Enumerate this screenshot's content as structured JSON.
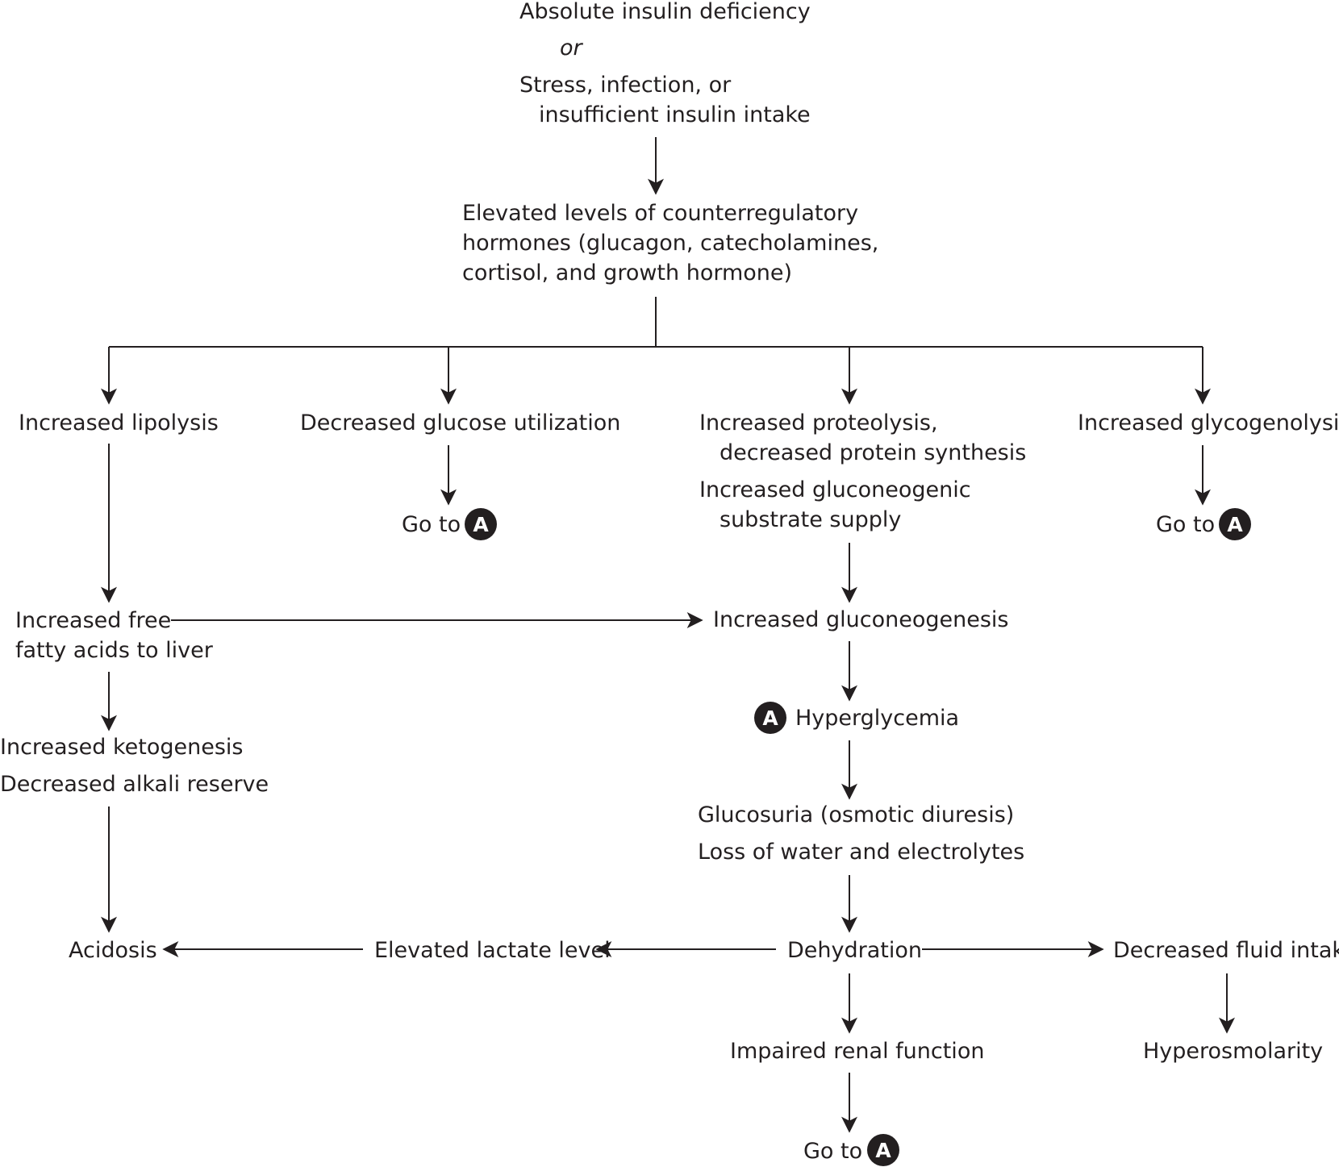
{
  "trigger": {
    "line1": "Absolute insulin deficiency",
    "or": "or",
    "line2": "Stress, infection, or",
    "line3": "insufficient insulin intake"
  },
  "hormones": {
    "line1": "Elevated levels of counterregulatory",
    "line2": "hormones (glucagon, catecholamines,",
    "line3": "cortisol, and growth hormone)"
  },
  "branches": {
    "lipolysis": "Increased lipolysis",
    "glucose_utilization": "Decreased glucose utilization",
    "proteolysis_1": "Increased proteolysis,",
    "proteolysis_2": "decreased protein synthesis",
    "substrate_1": "Increased gluconeogenic",
    "substrate_2": "substrate supply",
    "glycogenolysis": "Increased glycogenolysis"
  },
  "goto": {
    "label": "Go to",
    "marker": "A"
  },
  "ffa": {
    "line1": "Increased free",
    "line2": "fatty acids to liver"
  },
  "ketogenesis": "Increased ketogenesis",
  "alkali": "Decreased alkali reserve",
  "acidosis": "Acidosis",
  "gluconeogenesis": "Increased gluconeogenesis",
  "hyperglycemia": {
    "marker": "A",
    "label": "Hyperglycemia"
  },
  "glucosuria": "Glucosuria (osmotic diuresis)",
  "water_loss": "Loss of water and electrolytes",
  "dehydration": "Dehydration",
  "lactate": "Elevated lactate level",
  "fluid_intake": "Decreased fluid intake",
  "hyperosmolarity": "Hyperosmolarity",
  "renal": "Impaired renal function",
  "colors": {
    "ink": "#231f20",
    "background": "#ffffff"
  }
}
